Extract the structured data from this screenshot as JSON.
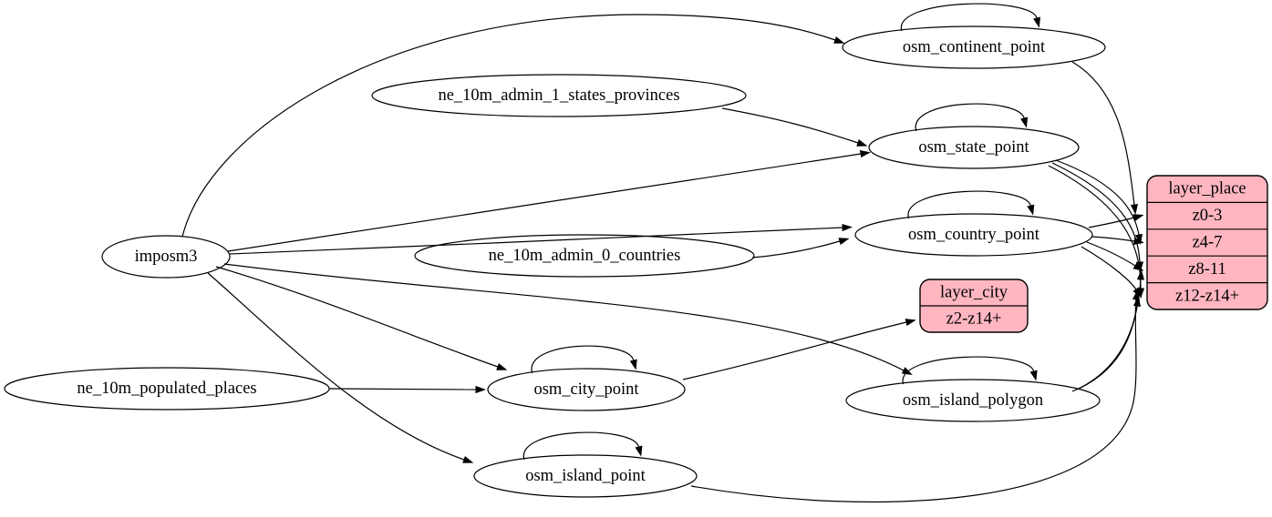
{
  "diagram": {
    "type": "graphviz-etl-flow",
    "colors": {
      "background": "#ffffff",
      "edge_stroke": "#000000",
      "ellipse_fill": "transparent",
      "ellipse_stroke": "#000000",
      "record_fill": "#ffb6c1",
      "record_stroke": "#000000",
      "text": "#000000"
    },
    "nodes": [
      {
        "id": "imposm3",
        "label": "imposm3",
        "shape": "ellipse"
      },
      {
        "id": "ne_10m_admin_1_states_provinces",
        "label": "ne_10m_admin_1_states_provinces",
        "shape": "ellipse"
      },
      {
        "id": "ne_10m_admin_0_countries",
        "label": "ne_10m_admin_0_countries",
        "shape": "ellipse"
      },
      {
        "id": "ne_10m_populated_places",
        "label": "ne_10m_populated_places",
        "shape": "ellipse"
      },
      {
        "id": "osm_continent_point",
        "label": "osm_continent_point",
        "shape": "ellipse"
      },
      {
        "id": "osm_state_point",
        "label": "osm_state_point",
        "shape": "ellipse"
      },
      {
        "id": "osm_country_point",
        "label": "osm_country_point",
        "shape": "ellipse"
      },
      {
        "id": "osm_city_point",
        "label": "osm_city_point",
        "shape": "ellipse"
      },
      {
        "id": "osm_island_polygon",
        "label": "osm_island_polygon",
        "shape": "ellipse"
      },
      {
        "id": "osm_island_point",
        "label": "osm_island_point",
        "shape": "ellipse"
      },
      {
        "id": "layer_city",
        "label": "layer_city",
        "shape": "record",
        "rows": [
          "z2-z14+"
        ]
      },
      {
        "id": "layer_place",
        "label": "layer_place",
        "shape": "record",
        "rows": [
          "z0-3",
          "z4-7",
          "z8-11",
          "z12-z14+"
        ]
      }
    ],
    "edges": [
      {
        "from": "imposm3",
        "to": "osm_continent_point"
      },
      {
        "from": "imposm3",
        "to": "osm_state_point"
      },
      {
        "from": "imposm3",
        "to": "osm_country_point"
      },
      {
        "from": "imposm3",
        "to": "osm_city_point"
      },
      {
        "from": "imposm3",
        "to": "osm_island_polygon"
      },
      {
        "from": "imposm3",
        "to": "osm_island_point"
      },
      {
        "from": "ne_10m_admin_1_states_provinces",
        "to": "osm_state_point"
      },
      {
        "from": "ne_10m_admin_0_countries",
        "to": "osm_country_point"
      },
      {
        "from": "ne_10m_populated_places",
        "to": "osm_city_point"
      },
      {
        "from": "osm_continent_point",
        "to": "osm_continent_point"
      },
      {
        "from": "osm_state_point",
        "to": "osm_state_point"
      },
      {
        "from": "osm_country_point",
        "to": "osm_country_point"
      },
      {
        "from": "osm_city_point",
        "to": "osm_city_point"
      },
      {
        "from": "osm_island_polygon",
        "to": "osm_island_polygon"
      },
      {
        "from": "osm_island_point",
        "to": "osm_island_point"
      },
      {
        "from": "osm_continent_point",
        "to": "layer_place",
        "to_row": "z0-3"
      },
      {
        "from": "osm_country_point",
        "to": "layer_place",
        "to_row": "z0-3"
      },
      {
        "from": "osm_country_point",
        "to": "layer_place",
        "to_row": "z4-7"
      },
      {
        "from": "osm_country_point",
        "to": "layer_place",
        "to_row": "z8-11"
      },
      {
        "from": "osm_country_point",
        "to": "layer_place",
        "to_row": "z12-z14+"
      },
      {
        "from": "osm_state_point",
        "to": "layer_place",
        "to_row": "z4-7"
      },
      {
        "from": "osm_state_point",
        "to": "layer_place",
        "to_row": "z8-11"
      },
      {
        "from": "osm_state_point",
        "to": "layer_place",
        "to_row": "z12-z14+"
      },
      {
        "from": "osm_island_polygon",
        "to": "layer_place",
        "to_row": "z8-11"
      },
      {
        "from": "osm_island_polygon",
        "to": "layer_place",
        "to_row": "z12-z14+"
      },
      {
        "from": "osm_island_point",
        "to": "layer_place",
        "to_row": "z12-z14+"
      },
      {
        "from": "osm_city_point",
        "to": "layer_city",
        "to_row": "z2-z14+"
      }
    ]
  }
}
